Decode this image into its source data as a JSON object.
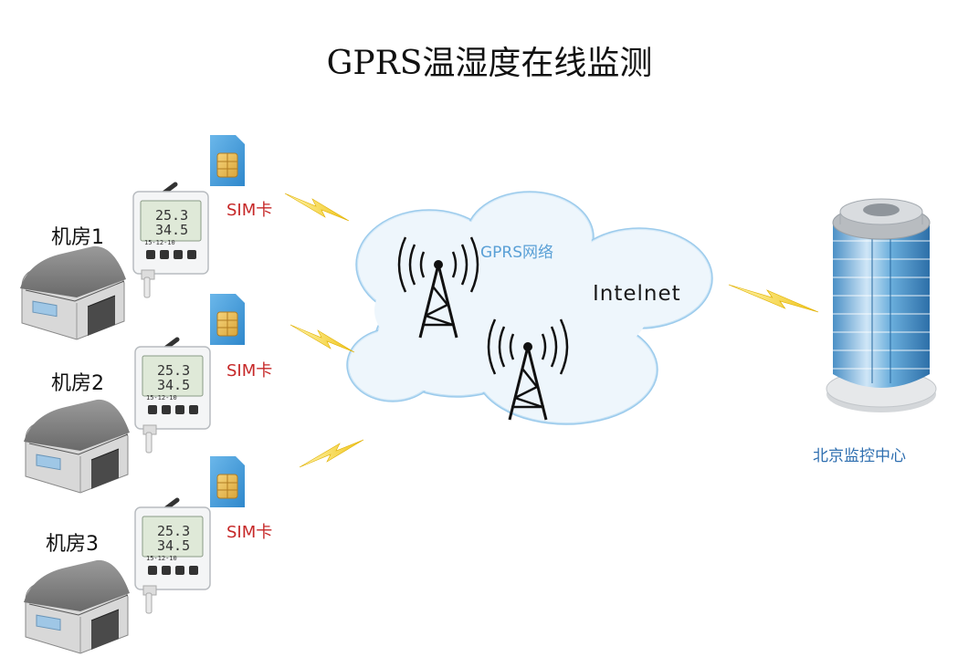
{
  "title": "GPRS温湿度在线监测",
  "rooms": [
    {
      "label": "机房1",
      "sim": "SIM卡",
      "temp": "25.3",
      "hum": "34.5",
      "date": "15-12-10"
    },
    {
      "label": "机房2",
      "sim": "SIM卡",
      "temp": "25.3",
      "hum": "34.5",
      "date": "15-12-10"
    },
    {
      "label": "机房3",
      "sim": "SIM卡",
      "temp": "25.3",
      "hum": "34.5",
      "date": "15-12-10"
    }
  ],
  "network": {
    "gprs_label": "GPRS网络",
    "internet_label": "Intelnet"
  },
  "center": {
    "label": "北京监控中心"
  },
  "colors": {
    "sim_label": "#c62828",
    "gprs_label": "#5aa0d6",
    "center_label": "#2f6fb0",
    "lightning": "#f2cf1d"
  }
}
